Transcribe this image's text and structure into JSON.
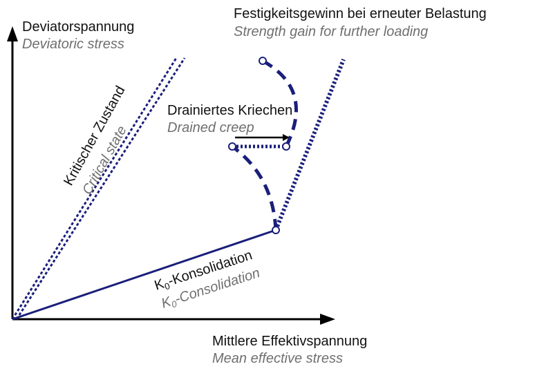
{
  "axes": {
    "y_label_de": "Deviatorspannung",
    "y_label_en": "Deviatoric stress",
    "x_label_de": "Mittlere Effektivspannung",
    "x_label_en": "Mean effective stress"
  },
  "critical_state": {
    "label_de": "Kritischer Zustand",
    "label_en": "Critical state"
  },
  "consolidation": {
    "label_prefix": "K",
    "label_sub": "0",
    "label_de_rest": "-Konsolidation",
    "label_en_rest": "-Consolidation"
  },
  "creep": {
    "label_de": "Drainiertes Kriechen",
    "label_en": "Drained creep"
  },
  "strength_gain": {
    "label_de": "Festigkeitsgewinn bei erneuter Belastung",
    "label_en": "Strength gain for further loading"
  },
  "colors": {
    "axis": "#000000",
    "path": "#1a1f7a",
    "text": "#111111",
    "text_en": "#6f6f6f"
  }
}
